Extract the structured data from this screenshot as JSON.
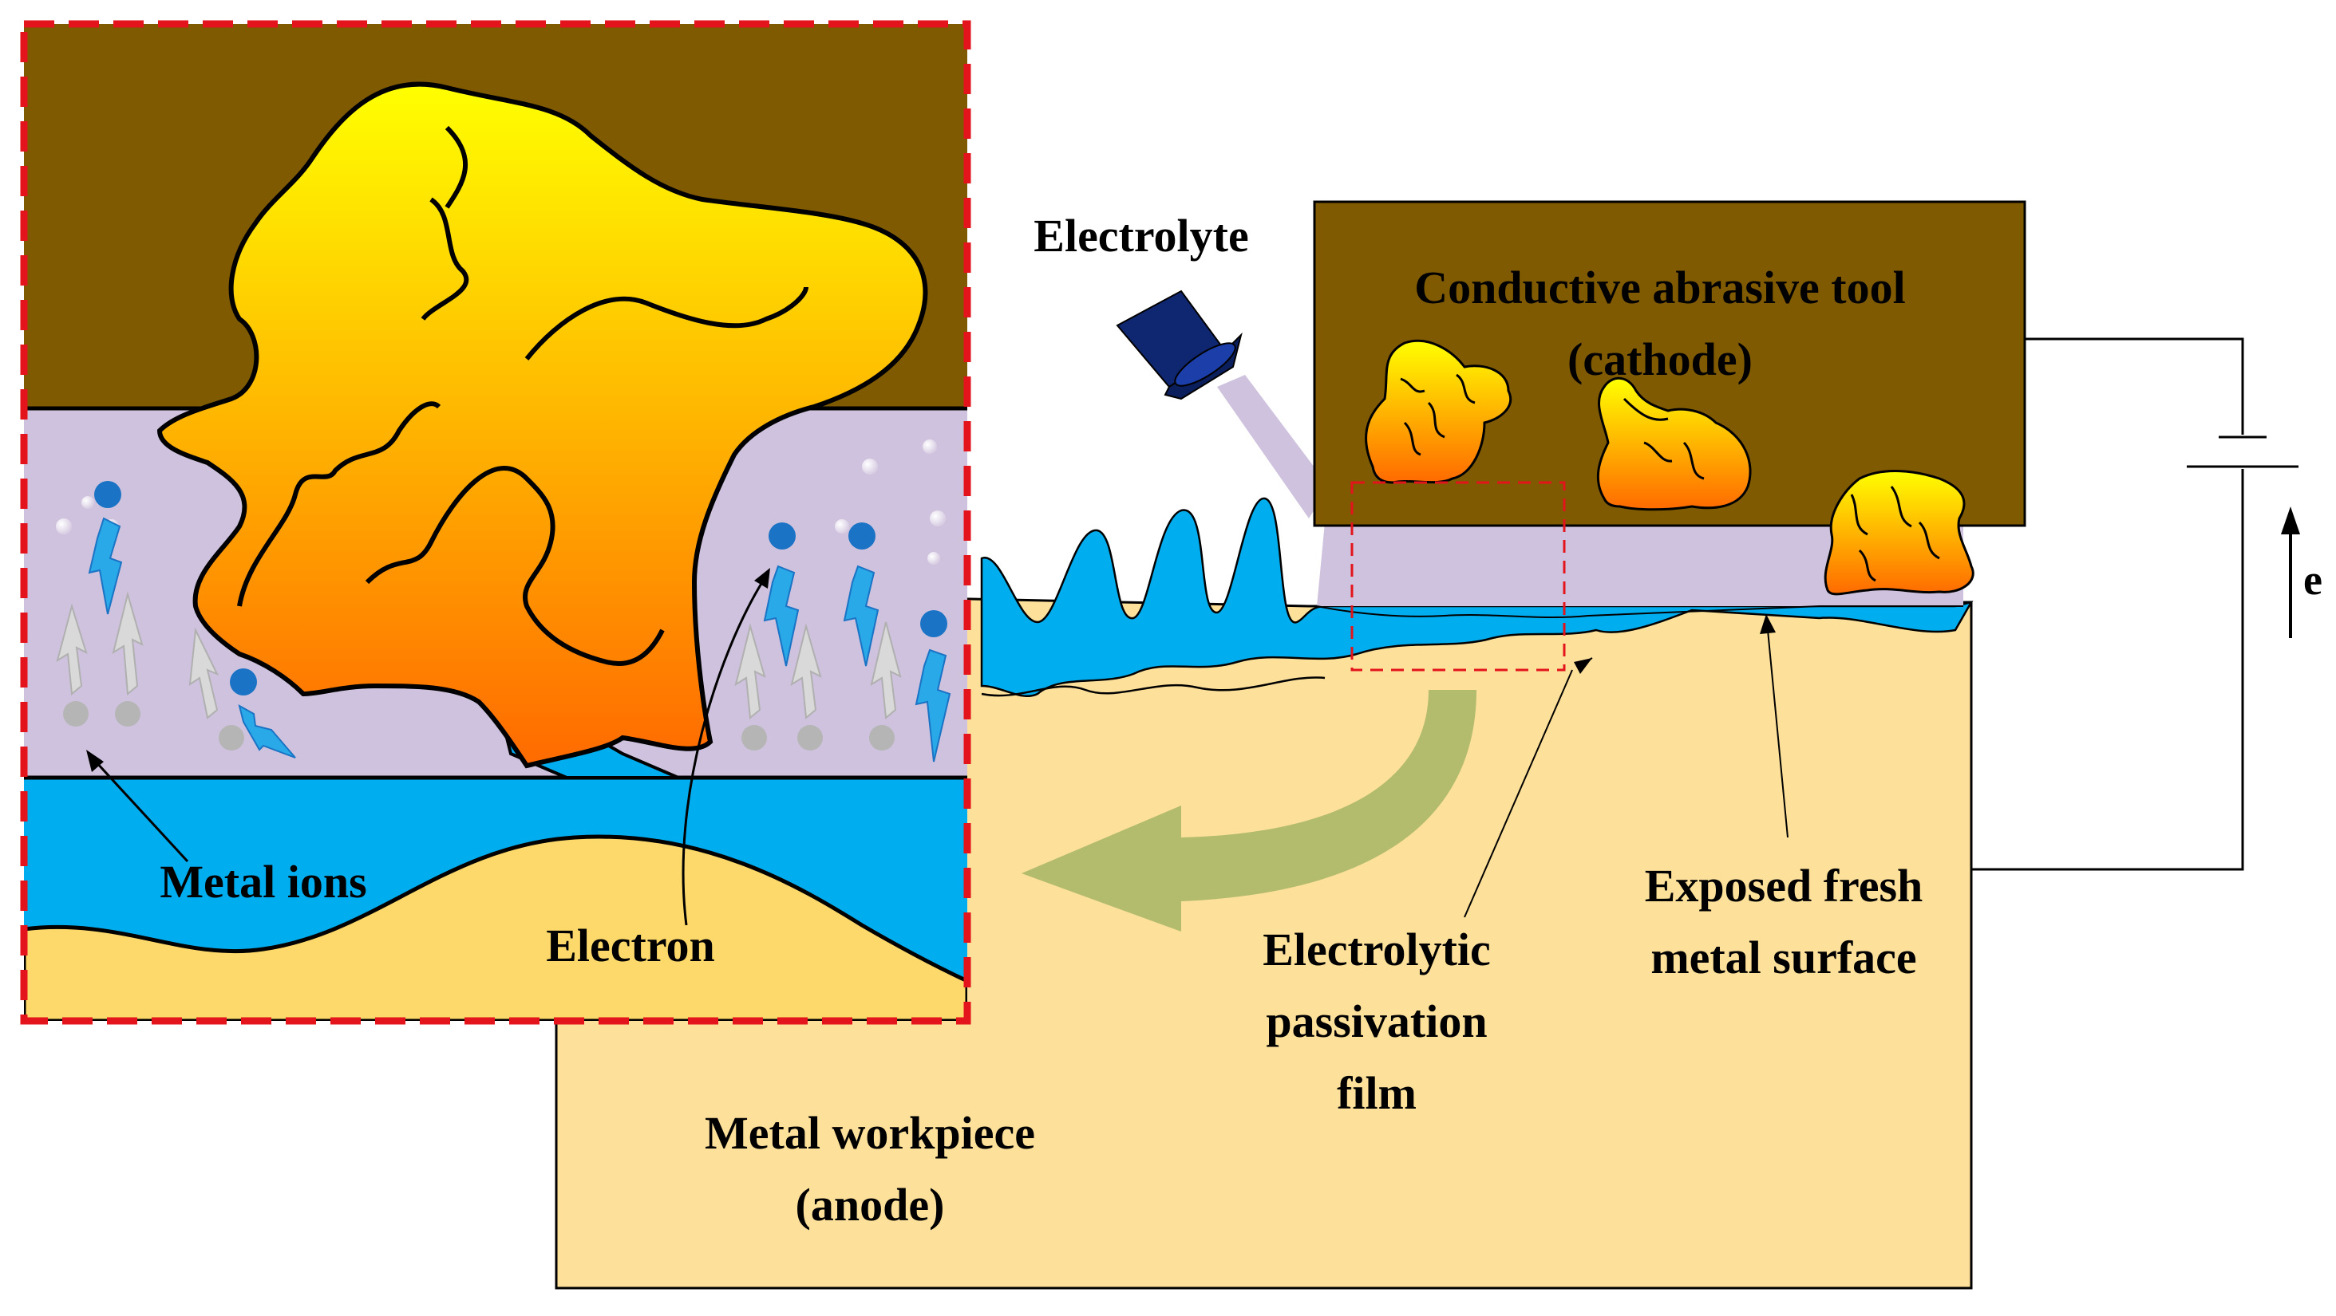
{
  "labels": {
    "electrolyte": "Electrolyte",
    "tool_line1": "Conductive abrasive tool",
    "tool_line2": "(cathode)",
    "workpiece_line1": "Metal workpiece",
    "workpiece_line2": "(anode)",
    "passivation_line1": "Electrolytic",
    "passivation_line2": "passivation",
    "passivation_line3": "film",
    "fresh_line1": "Exposed fresh",
    "fresh_line2": "metal surface",
    "metal_ions": "Metal ions",
    "electron": "Electron",
    "current_symbol": "e"
  },
  "colors": {
    "tool": "#7f5a00",
    "workpiece": "#fde09a",
    "electrolyte": "#00adee",
    "passivation": "#cfc2de",
    "abrasive_top": "#ffff00",
    "abrasive_bottom": "#ff6a00",
    "arrow": "#b3bb6c",
    "inset_border": "#e3141b",
    "nozzle": "#0e2770",
    "ion": "#1a73c4"
  }
}
